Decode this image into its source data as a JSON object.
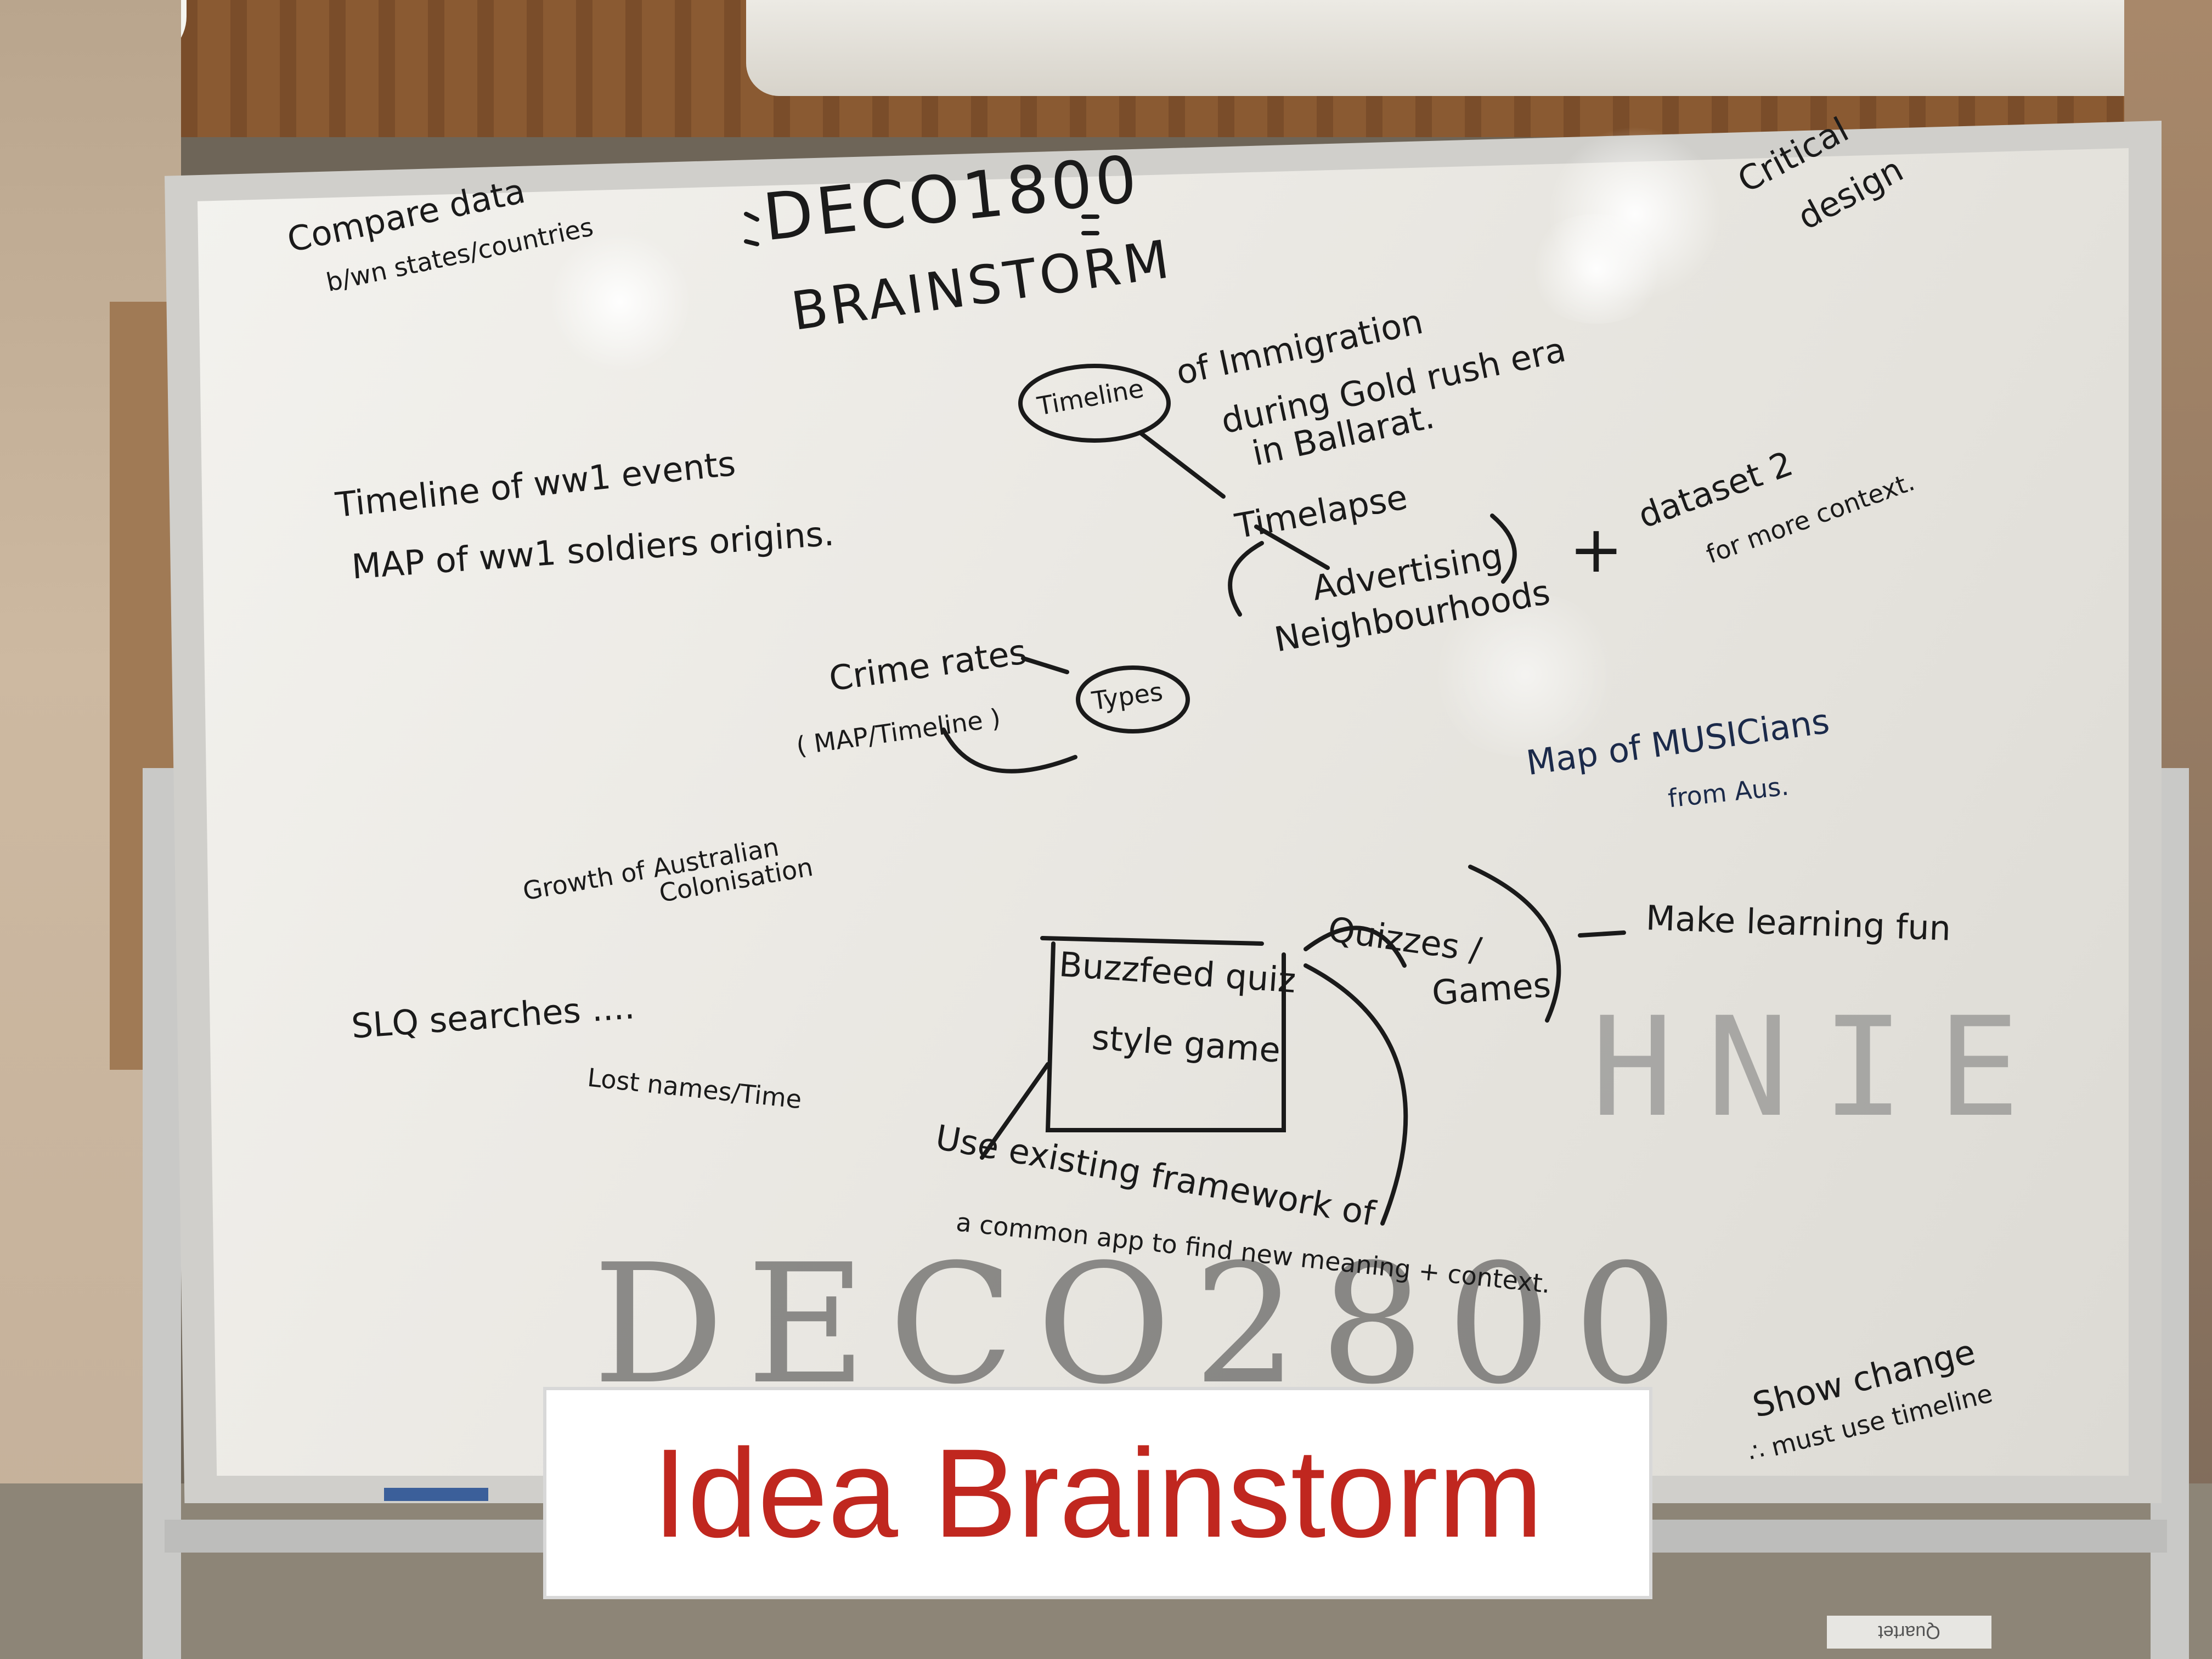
{
  "caption": "Idea Brainstorm",
  "whiteboard": {
    "title_line1": "DECO1800",
    "title_line2": "BRAINSTORM",
    "notes": {
      "compare_line1": "Compare data",
      "compare_line2": "b/wn states/countries",
      "critical_line1": "Critical",
      "critical_line2": "design",
      "timeline_bubble": "Timeline",
      "immigration_line1": "of Immigration",
      "immigration_line2": "during Gold rush era",
      "immigration_line3": "in Ballarat.",
      "timelapse": "Timelapse",
      "advertising": "Advertising",
      "neighbourhoods": "Neighbourhoods",
      "plus": "+",
      "dataset_line1": "dataset 2",
      "dataset_line2": "for more context.",
      "ww1_timeline": "Timeline of ww1 events",
      "ww1_map": "MAP of ww1 soldiers origins.",
      "crime_rates": "Crime rates",
      "crime_types": "Types",
      "crime_map": "( MAP/Timeline )",
      "musicians_line1": "Map of MUSICians",
      "musicians_line2": "from Aus.",
      "growth_line1": "Growth of Australian",
      "growth_line2": "Colonisation",
      "slq": "SLQ searches ....",
      "lost_names": "Lost names/Time",
      "buzzfeed_line1": "Buzzfeed quiz",
      "buzzfeed_line2": "style game",
      "quizzes_line1": "Quizzes /",
      "quizzes_line2": "Games",
      "make_learning_fun": "Make learning fun",
      "mirrored": "HNIE",
      "existing_line1": "Use existing framework of",
      "existing_line2": "a common app to find new meaning + context.",
      "ghost_text": "DECO2800",
      "show_change_line1": "Show change",
      "show_change_line2": "∴ must use timeline"
    }
  },
  "sticker": "Quartet"
}
